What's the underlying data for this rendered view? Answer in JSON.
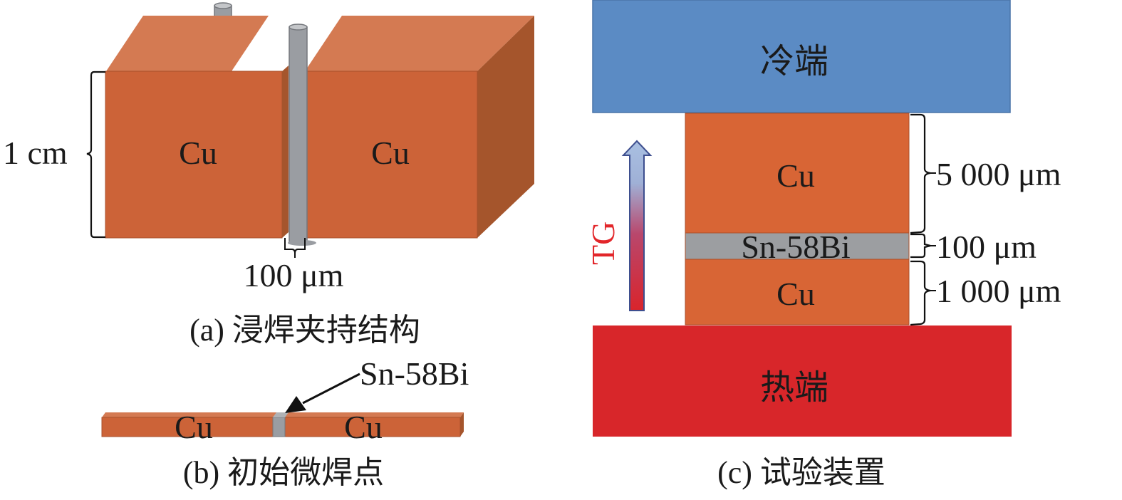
{
  "panel_a": {
    "caption": "(a) 浸焊夹持结构",
    "left_block_label": "Cu",
    "right_block_label": "Cu",
    "height_dimension": "1 cm",
    "gap_dimension": "100 μm",
    "colors": {
      "copper_front": "#cc6338",
      "copper_top": "#d47a52",
      "copper_side": "#a5552c",
      "rod": "#9a9da2"
    }
  },
  "panel_b": {
    "caption": "(b) 初始微焊点",
    "left_label": "Cu",
    "right_label": "Cu",
    "joint_label": "Sn-58Bi"
  },
  "panel_c": {
    "caption": "(c) 试验装置",
    "cold_end_label": "冷端",
    "hot_end_label": "热端",
    "gradient_label": "TG",
    "upper_cu_label": "Cu",
    "solder_label": "Sn-58Bi",
    "lower_cu_label": "Cu",
    "upper_cu_thickness": "5 000 μm",
    "solder_thickness": "100 μm",
    "lower_cu_thickness": "1 000 μm",
    "colors": {
      "cold": "#5b8bc4",
      "hot": "#d8262a",
      "copper": "#d86535",
      "solder": "#9c9ea1",
      "tg_label": "#e2262a"
    }
  }
}
